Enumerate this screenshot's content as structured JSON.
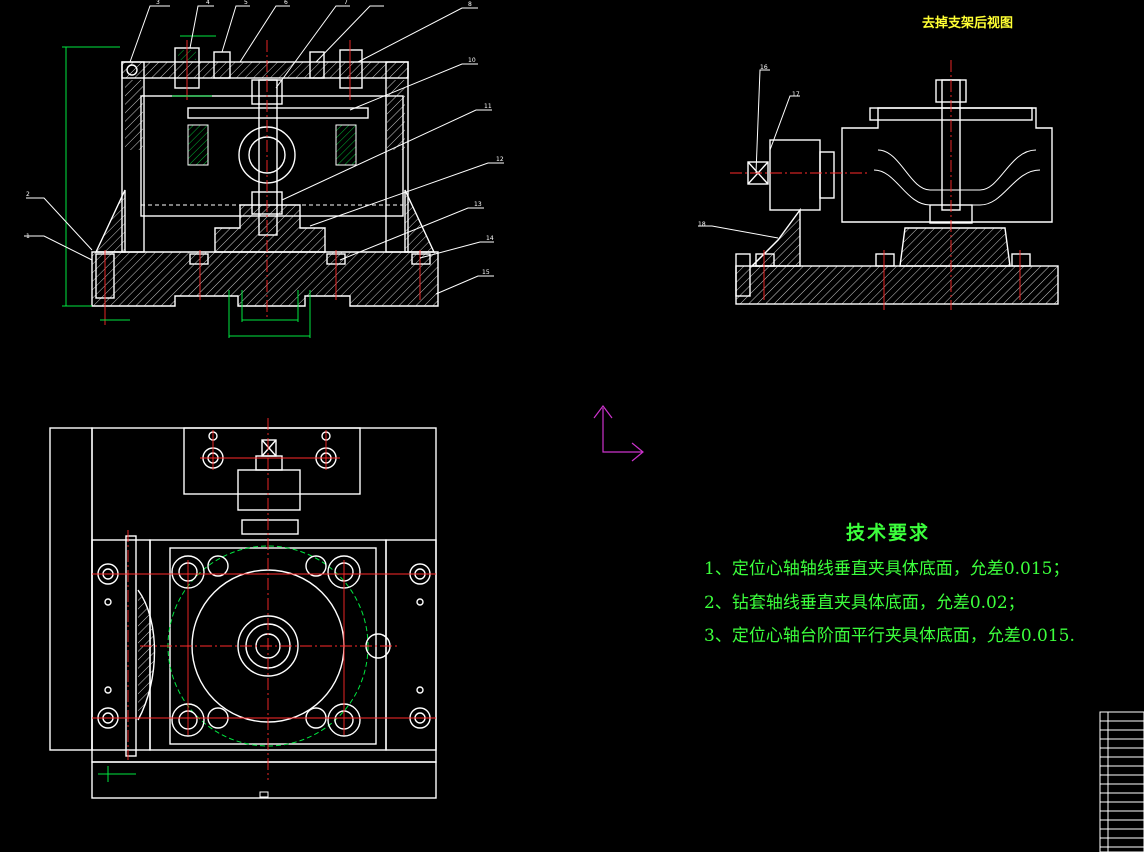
{
  "rear_view_title": "去掉支架后视图",
  "technical_requirements": {
    "title": "技术要求",
    "items": [
      "1、定位心轴轴线垂直夹具体底面，允差0.015；",
      "2、钻套轴线垂直夹具体底面，允差0.02；",
      "3、定位心轴台阶面平行夹具体底面，允差0.015."
    ]
  },
  "leader_numbers": [
    "1",
    "2",
    "3",
    "4",
    "5",
    "6",
    "7",
    "8",
    "10",
    "11",
    "12",
    "13",
    "14",
    "15",
    "16",
    "17",
    "18"
  ],
  "colors": {
    "background": "#000000",
    "outline": "#ffffff",
    "centerline": "#ff2a2a",
    "dimension": "#00e640",
    "text": "#3cff3c",
    "title_text": "#ffff33",
    "ucs_icon": "#cc33cc"
  }
}
